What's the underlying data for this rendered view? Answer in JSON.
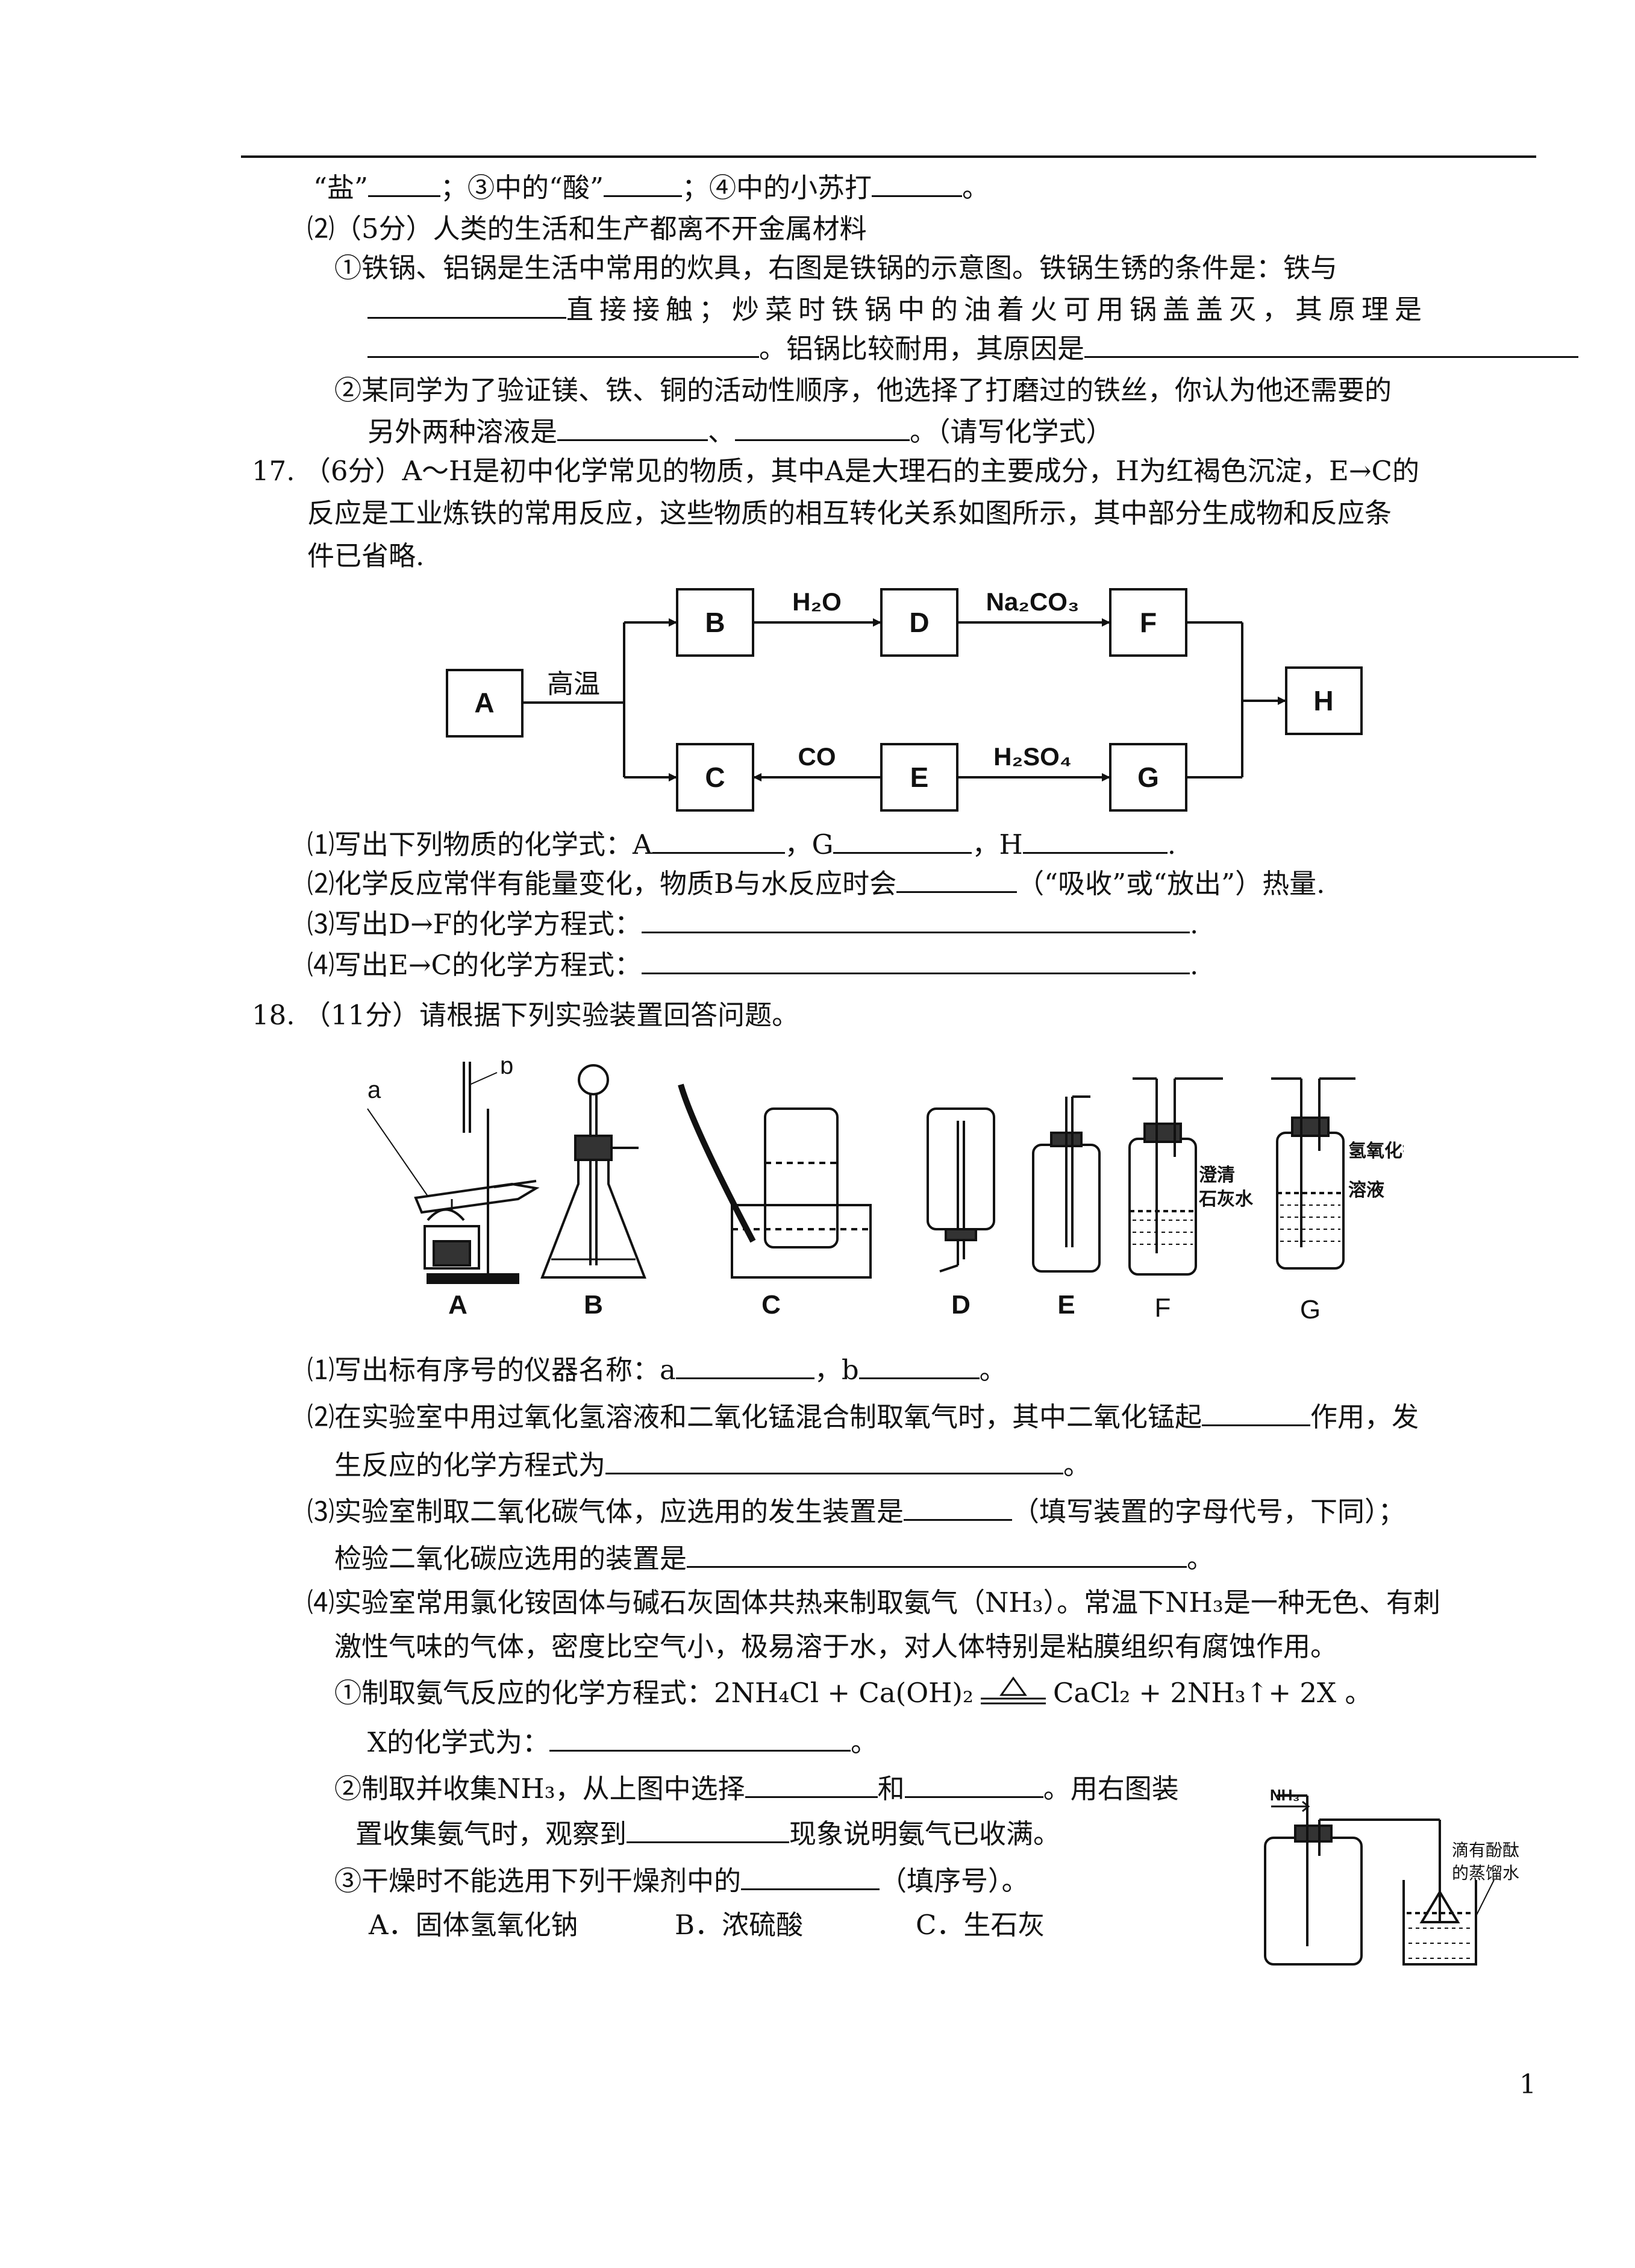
{
  "q16": {
    "line1_a": "“盐”",
    "line1_b": "；③中的“酸”",
    "line1_c": "；④中的小苏打",
    "line1_d": "。",
    "p2_title": "⑵（5分）人类的生活和生产都离不开金属材料",
    "p2_1_a": "①铁锅、铝锅是生活中常用的炊具，右图是铁锅的示意图。铁锅生锈的条件是：铁与",
    "p2_1_b": "直接接触；炒菜时铁锅中的油着火可用锅盖盖灭，其原理是",
    "p2_1_c": "。铝锅比较耐用，其原因是",
    "p2_2_a": "②某同学为了验证镁、铁、铜的活动性顺序，他选择了打磨过的铁丝，你认为他还需要的",
    "p2_2_b": "另外两种溶液是",
    "p2_2_c": "、",
    "p2_2_d": "。（请写化学式）"
  },
  "q17": {
    "intro_1": "17. （6分）A～H是初中化学常见的物质，其中A是大理石的主要成分，H为红褐色沉淀，E→C的",
    "intro_2": "反应是工业炼铁的常用反应，这些物质的相互转化关系如图所示，其中部分生成物和反应条",
    "intro_3": "件已省略.",
    "diagram": {
      "nodes": [
        "A",
        "B",
        "C",
        "D",
        "E",
        "F",
        "G",
        "H"
      ],
      "a_label": "高温",
      "reagent_bd": "H₂O",
      "reagent_df": "Na₂CO₃",
      "reagent_ec": "CO",
      "reagent_eg": "H₂SO₄"
    },
    "s1_a": "⑴写出下列物质的化学式：A",
    "s1_b": "，G",
    "s1_c": "，H",
    "s1_d": ".",
    "s2_a": "⑵化学反应常伴有能量变化，物质B与水反应时会",
    "s2_b": "（“吸收”或“放出”）热量.",
    "s3": "⑶写出D→F的化学方程式：",
    "s4": "⑷写出E→C的化学方程式：",
    "period": "."
  },
  "q18": {
    "intro": "18. （11分）请根据下列实验装置回答问题。",
    "apparatus": {
      "labels": [
        "A",
        "B",
        "C",
        "D",
        "E",
        "F",
        "G"
      ],
      "ptr_a": "a",
      "ptr_b": "b",
      "f_note_1": "澄清",
      "f_note_2": "石灰水",
      "g_note_1": "氢氧化钠",
      "g_note_2": "溶液"
    },
    "s1_a": "⑴写出标有序号的仪器名称：a",
    "s1_b": "，b",
    "s1_c": "。",
    "s2_a": "⑵在实验室中用过氧化氢溶液和二氧化锰混合制取氧气时，其中二氧化锰起",
    "s2_b": "作用，发",
    "s2_c": "生反应的化学方程式为",
    "s2_d": "。",
    "s3_a": "⑶实验室制取二氧化碳气体，应选用的发生装置是",
    "s3_b": "（填写装置的字母代号，下同）；",
    "s3_c": "检验二氧化碳应选用的装置是",
    "s3_d": "。",
    "s4_a": "⑷实验室常用氯化铵固体与碱石灰固体共热来制取氨气（NH₃）。常温下NH₃是一种无色、有刺",
    "s4_b": "激性气味的气体，密度比空气小，极易溶于水，对人体特别是粘膜组织有腐蚀作用。",
    "s4_1_a": "①制取氨气反应的化学方程式：2NH₄Cl + Ca(OH)₂",
    "s4_1_b": "CaCl₂ + 2NH₃↑+ 2X 。",
    "s4_1_c": "X的化学式为：",
    "s4_1_d": "。",
    "s4_2_a": "②制取并收集NH₃，从上图中选择",
    "s4_2_b": "和",
    "s4_2_c": "。用右图装",
    "s4_2_d": "置收集氨气时，观察到",
    "s4_2_e": "现象说明氨气已收满。",
    "s4_3_a": "③干燥时不能选用下列干燥剂中的",
    "s4_3_b": "（填序号）。",
    "opt_a": "A．固体氢氧化钠",
    "opt_b": "B．浓硫酸",
    "opt_c": "C．生石灰",
    "side_fig": {
      "gas": "NH₃",
      "note_1": "滴有酚酞",
      "note_2": "的蒸馏水"
    }
  },
  "page_number": "1"
}
